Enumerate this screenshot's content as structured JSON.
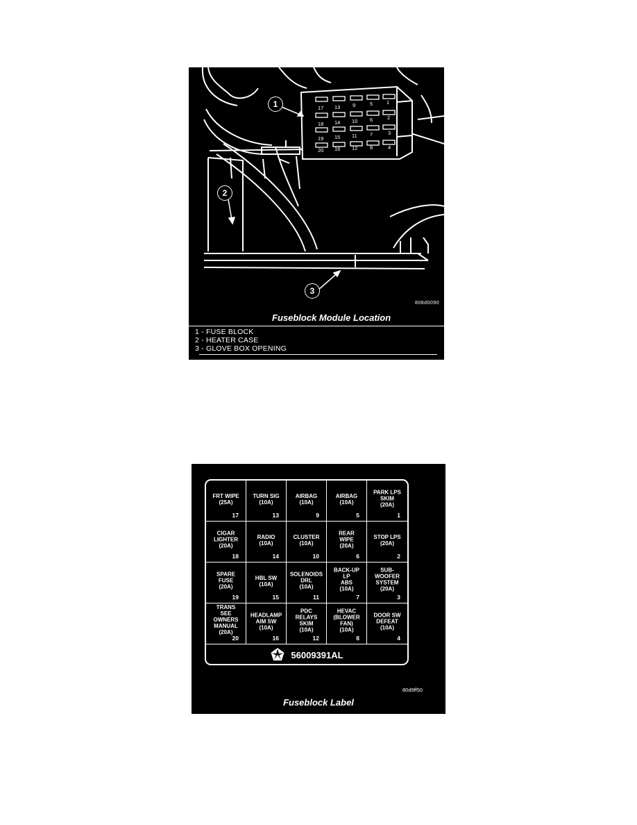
{
  "figure1": {
    "callouts": [
      "1",
      "2",
      "3"
    ],
    "fuse_block_numbers": [
      [
        "17",
        "13",
        "9",
        "5",
        "1"
      ],
      [
        "18",
        "14",
        "10",
        "6",
        "2"
      ],
      [
        "19",
        "15",
        "11",
        "7",
        "3"
      ],
      [
        "20",
        "16",
        "12",
        "8",
        "4"
      ]
    ],
    "code": "808d0090",
    "caption": "Fuseblock Module Location",
    "legend": [
      "1 - FUSE BLOCK",
      "2 - HEATER CASE",
      "3 - GLOVE BOX OPENING"
    ]
  },
  "figure2": {
    "cells": [
      {
        "label": "FRT WIPE\n(25A)",
        "number": "17"
      },
      {
        "label": "TURN SIG\n(10A)",
        "number": "13"
      },
      {
        "label": "AIRBAG\n(10A)",
        "number": "9"
      },
      {
        "label": "AIRBAG\n(10A)",
        "number": "5"
      },
      {
        "label": "PARK LPS\nSKIM\n(20A)",
        "number": "1"
      },
      {
        "label": "CIGAR\nLIGHTER\n(20A)",
        "number": "18"
      },
      {
        "label": "RADIO\n(10A)",
        "number": "14"
      },
      {
        "label": "CLUSTER\n(10A)",
        "number": "10"
      },
      {
        "label": "REAR\nWIPE\n(20A)",
        "number": "6"
      },
      {
        "label": "STOP LPS\n(20A)",
        "number": "2"
      },
      {
        "label": "SPARE\nFUSE\n(20A)",
        "number": "19"
      },
      {
        "label": "HBL SW\n(10A)",
        "number": "15"
      },
      {
        "label": "SOLENOIDS\nDRL\n(10A)",
        "number": "11"
      },
      {
        "label": "BACK-UP\nLP\nABS\n(10A)",
        "number": "7"
      },
      {
        "label": "SUB-\nWOOFER\nSYSTEM\n(20A)",
        "number": "3"
      },
      {
        "label": "TRANS\nSEE\nOWNERS\nMANUAL\n(20A)",
        "number": "20"
      },
      {
        "label": "HEADLAMP\nAIM SW\n(10A)",
        "number": "16"
      },
      {
        "label": "PDC\nRELAYS\nSKIM\n(10A)",
        "number": "12"
      },
      {
        "label": "HEVAC\n(BLOWER\nFAN)\n(10A)",
        "number": "8"
      },
      {
        "label": "DOOR SW\nDEFEAT\n(10A)",
        "number": "4"
      }
    ],
    "part_number": "56009391AL",
    "code": "80d9ff50",
    "caption": "Fuseblock Label"
  }
}
